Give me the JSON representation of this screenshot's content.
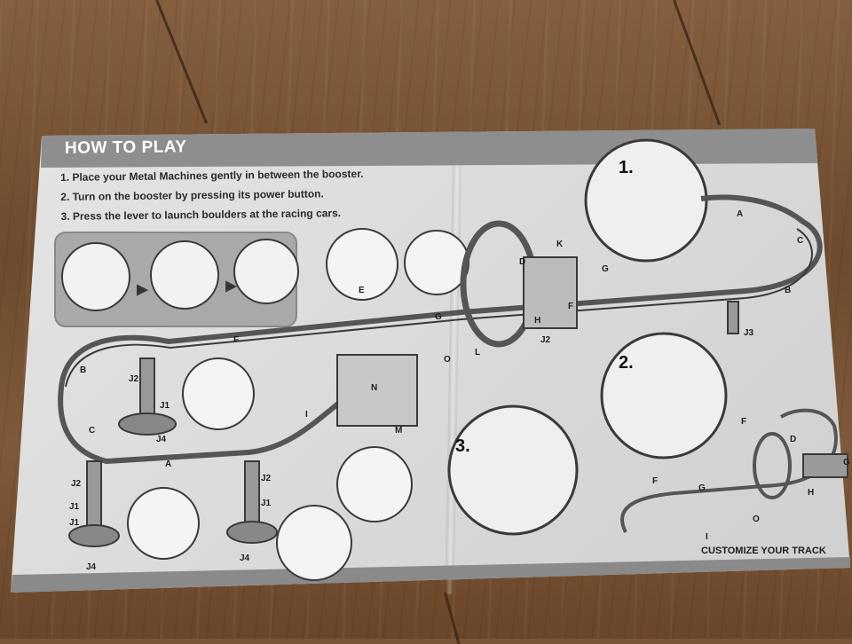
{
  "document": {
    "title": "HOW TO PLAY",
    "steps": [
      "1. Place your Metal Machines gently in between the booster.",
      "2. Turn on the booster by pressing its power button.",
      "3. Press the lever to launch boulders at the racing cars."
    ],
    "callouts": [
      "1.",
      "2.",
      "3."
    ],
    "footer": "CUSTOMIZE YOUR TRACK",
    "part_labels": {
      "A": "A",
      "B": "B",
      "C": "C",
      "D": "D",
      "E": "E",
      "F": "F",
      "G": "G",
      "H": "H",
      "I": "I",
      "K": "K",
      "L": "L",
      "M": "M",
      "N": "N",
      "O": "O",
      "J1": "J1",
      "J2": "J2",
      "J3": "J3",
      "J4": "J4"
    }
  },
  "colors": {
    "bar": "#8e8e8e",
    "paper": "#dcdcdc",
    "ink": "#2b2b2b",
    "wood": "#7a5436"
  }
}
